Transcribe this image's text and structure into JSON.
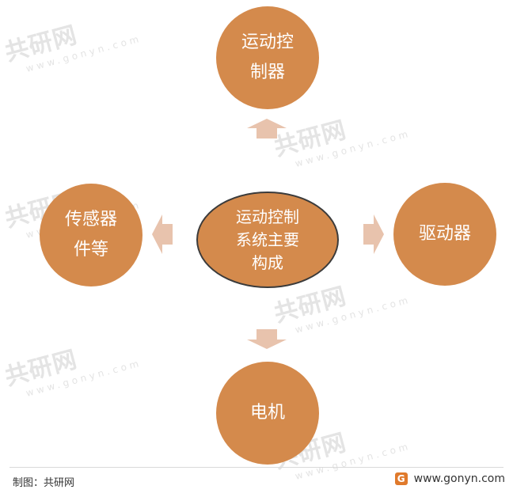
{
  "diagram": {
    "center": "运动控制\n系统主要\n构成",
    "top": "运动控\n制器",
    "right": "驱动器",
    "bottom": "电机",
    "left": "传感器\n件等"
  },
  "footer": {
    "source": "制图：共研网",
    "website": "www.gonyn.com",
    "logo_letter": "G"
  },
  "watermark": {
    "name": "共研网",
    "url": "www.gonyn.com"
  },
  "colors": {
    "node": "#d48a4c",
    "arrow": "#e8c3ad",
    "center_border": "#3b3b3b"
  }
}
